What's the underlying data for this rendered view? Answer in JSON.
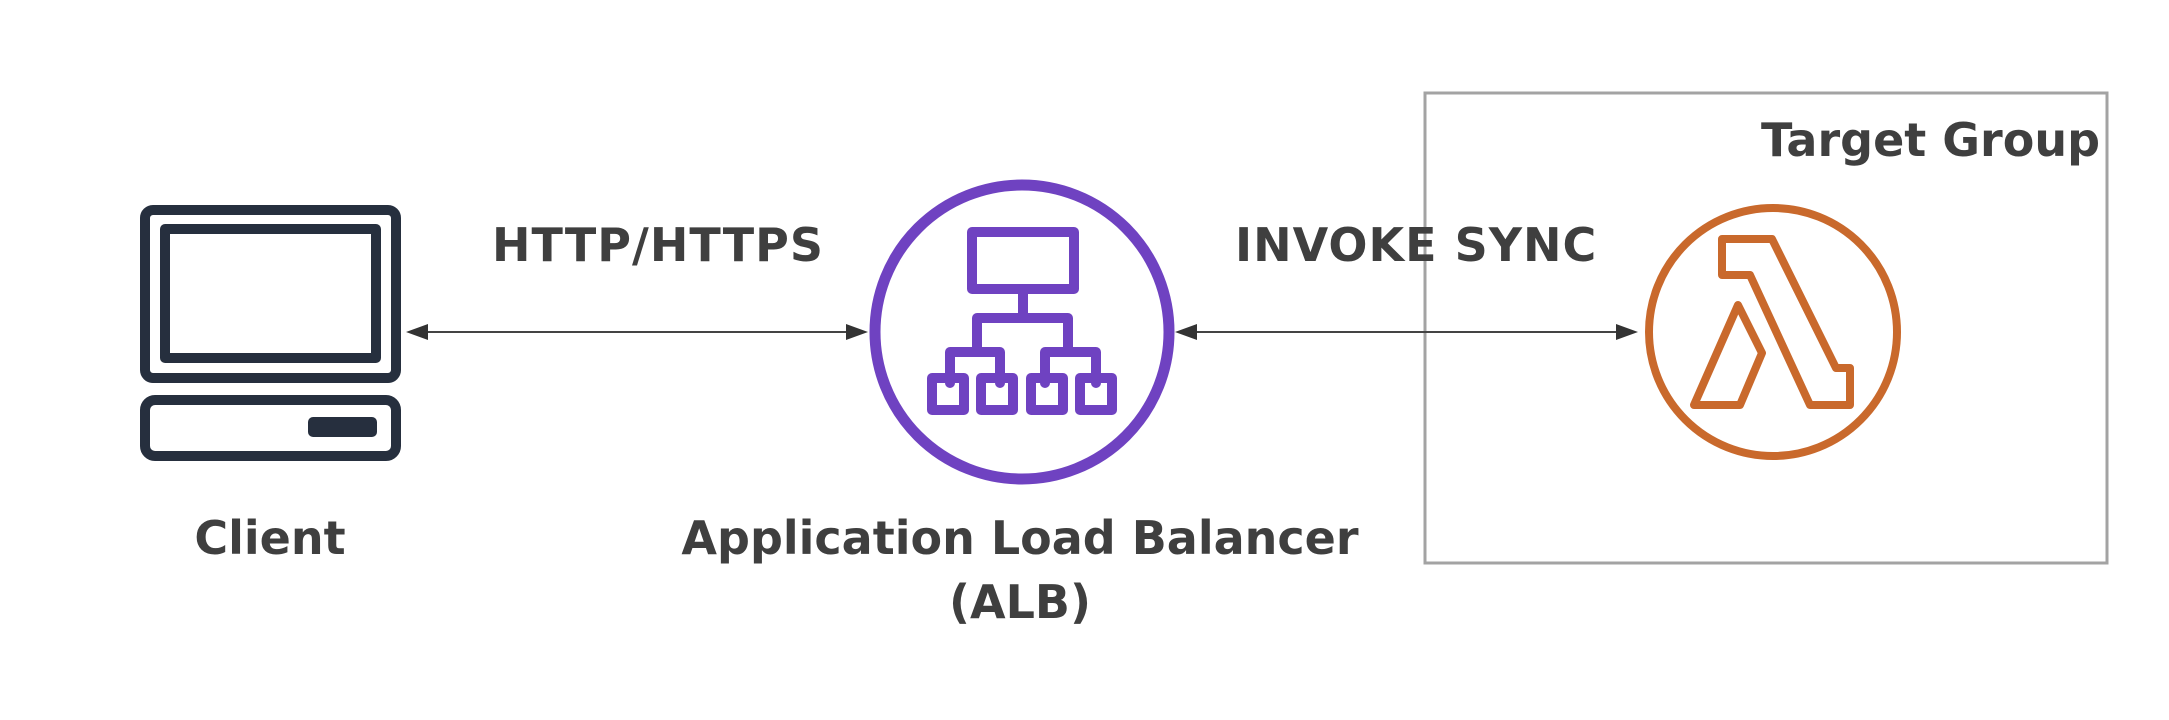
{
  "nodes": {
    "client": {
      "label": "Client",
      "icon": "desktop-computer-icon"
    },
    "alb": {
      "label": "Application Load Balancer",
      "label_line2": "(ALB)",
      "icon": "load-balancer-hierarchy-icon",
      "color": "#6f42c1"
    },
    "lambda": {
      "icon": "lambda-icon",
      "color": "#c9692c"
    },
    "target_group": {
      "label": "Target Group"
    }
  },
  "edges": [
    {
      "from": "client",
      "to": "alb",
      "label": "HTTP/HTTPS",
      "bidirectional": true
    },
    {
      "from": "alb",
      "to": "lambda",
      "label": "INVOKE SYNC",
      "bidirectional": true
    }
  ],
  "colors": {
    "client_icon": "#262f3e",
    "text": "#3f3f3f",
    "arrow": "#333333",
    "target_group_border": "#9e9e9e"
  }
}
